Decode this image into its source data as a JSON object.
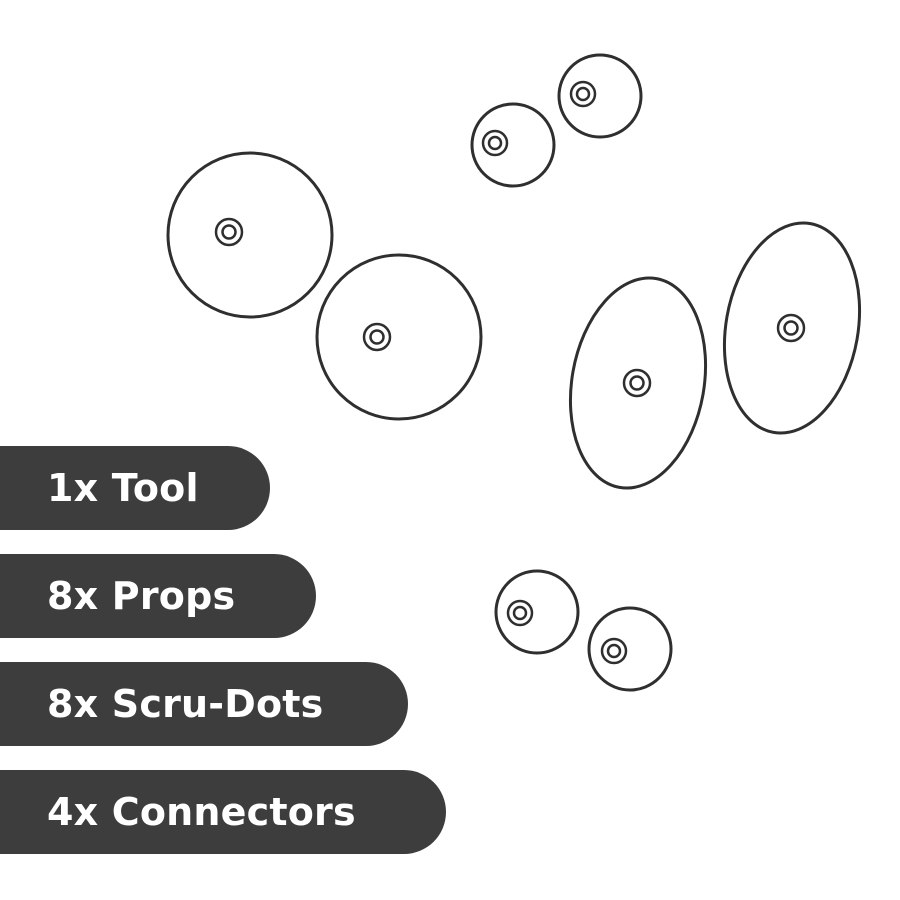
{
  "contents": {
    "items": [
      {
        "label": "1x Tool"
      },
      {
        "label": "8x Props"
      },
      {
        "label": "8x Scru-Dots"
      },
      {
        "label": "4x Connectors"
      }
    ]
  },
  "colors": {
    "pill_background": "#3d3d3d",
    "pill_text": "#ffffff",
    "outline": "#2f2f2f"
  }
}
